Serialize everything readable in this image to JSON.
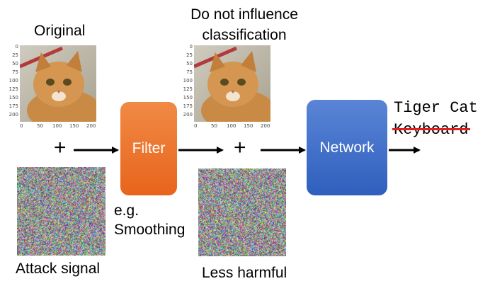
{
  "labels": {
    "original": "Original",
    "attack_signal": "Attack signal",
    "do_not_influence_line1": "Do not influence",
    "do_not_influence_line2": "classification",
    "less_harmful": "Less harmful",
    "eg": "e.g.",
    "smoothing": "Smoothing"
  },
  "boxes": {
    "filter": {
      "label": "Filter",
      "color_top": "#f08a45",
      "color_bottom": "#e8641c"
    },
    "network": {
      "label": "Network",
      "color_top": "#5a85d6",
      "color_bottom": "#2f5fbe"
    }
  },
  "outputs": {
    "correct": "Tiger Cat",
    "struck": "Keyboard",
    "strike_color": "#e02020"
  },
  "symbols": {
    "plus": "+"
  },
  "plot_ticks": {
    "y": [
      "0",
      "25",
      "50",
      "75",
      "100",
      "125",
      "150",
      "175",
      "200"
    ],
    "x": [
      "0",
      "50",
      "100",
      "150",
      "200"
    ]
  }
}
